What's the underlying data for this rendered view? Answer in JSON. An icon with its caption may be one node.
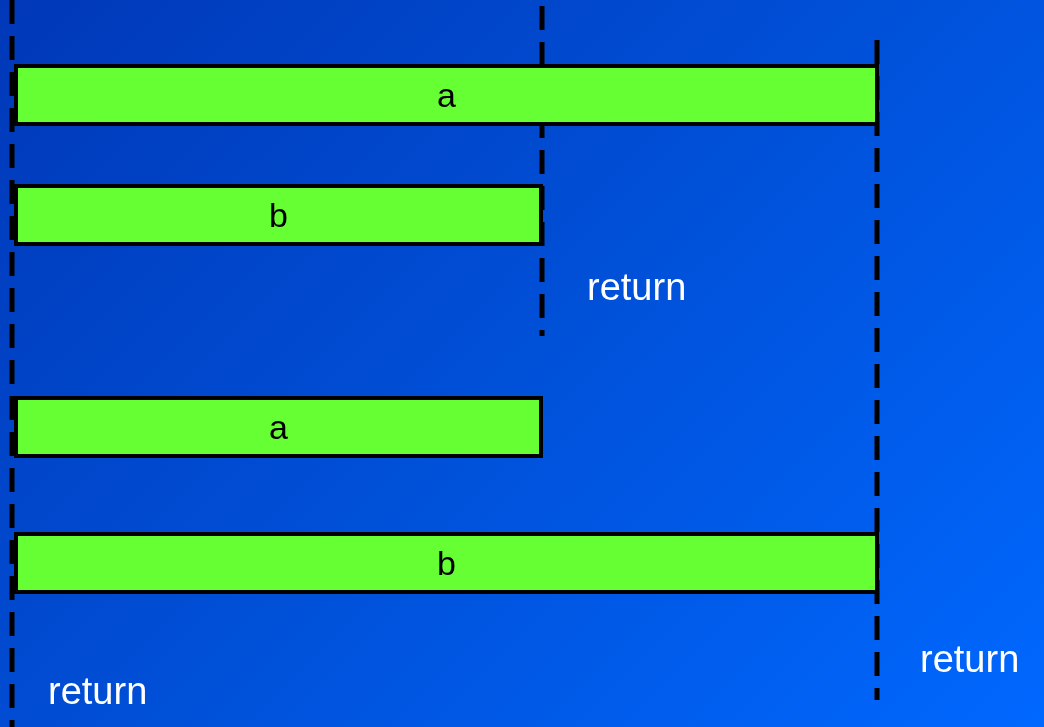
{
  "diagram": {
    "nodes": [
      {
        "text": [
          "a"
        ]
      },
      {
        "text": [
          "b"
        ]
      },
      {
        "text": [
          "a"
        ]
      },
      {
        "text": [
          "b"
        ]
      }
    ],
    "labels": [
      "return",
      "return",
      "return"
    ]
  }
}
